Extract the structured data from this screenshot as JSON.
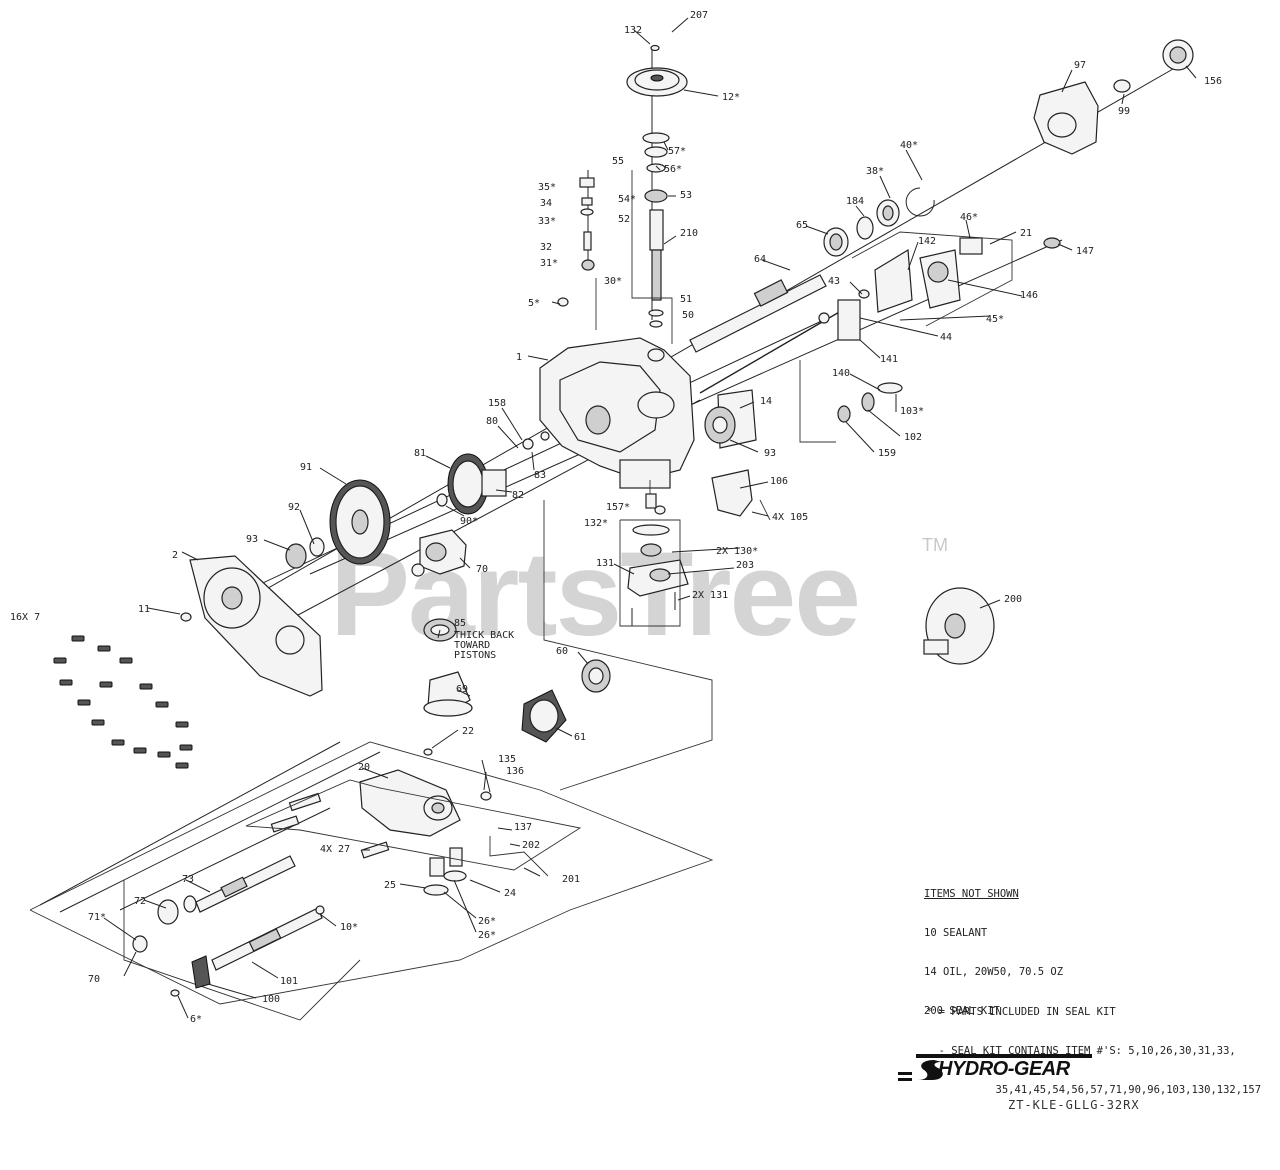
{
  "watermark": {
    "text": "PartsTree",
    "tm": "TM"
  },
  "items_not_shown": {
    "header": "ITEMS NOT SHOWN",
    "lines": [
      "10 SEALANT",
      "14 OIL, 20W50, 70.5 OZ",
      "200 SEAL KIT"
    ]
  },
  "kit_notes": {
    "lines": [
      "* = PARTS INCLUDED IN SEAL KIT",
      "  - SEAL KIT CONTAINS ITEM #'S: 5,10,26,30,31,33,",
      "           35,41,45,54,56,57,71,90,96,103,130,132,157"
    ]
  },
  "brand": {
    "name": "HYDRO-GEAR"
  },
  "model_code": "ZT-KLE-GLLG-32RX",
  "callouts": [
    {
      "id": "c132a",
      "text": "132"
    },
    {
      "id": "c207",
      "text": "207"
    },
    {
      "id": "c12",
      "text": "12*"
    },
    {
      "id": "c57",
      "text": "57*"
    },
    {
      "id": "c56",
      "text": "56*"
    },
    {
      "id": "c55",
      "text": "55"
    },
    {
      "id": "c54",
      "text": "54*"
    },
    {
      "id": "c53",
      "text": "53"
    },
    {
      "id": "c52",
      "text": "52"
    },
    {
      "id": "c210",
      "text": "210"
    },
    {
      "id": "c35",
      "text": "35*"
    },
    {
      "id": "c34",
      "text": "34"
    },
    {
      "id": "c33",
      "text": "33*"
    },
    {
      "id": "c32",
      "text": "32"
    },
    {
      "id": "c31",
      "text": "31*"
    },
    {
      "id": "c30",
      "text": "30*"
    },
    {
      "id": "c5",
      "text": "5*"
    },
    {
      "id": "c51",
      "text": "51"
    },
    {
      "id": "c50",
      "text": "50"
    },
    {
      "id": "c1",
      "text": "1"
    },
    {
      "id": "c97",
      "text": "97"
    },
    {
      "id": "c156",
      "text": "156"
    },
    {
      "id": "c99",
      "text": "99"
    },
    {
      "id": "c40",
      "text": "40*"
    },
    {
      "id": "c38",
      "text": "38*"
    },
    {
      "id": "c184",
      "text": "184"
    },
    {
      "id": "c65",
      "text": "65"
    },
    {
      "id": "c64",
      "text": "64"
    },
    {
      "id": "c142",
      "text": "142"
    },
    {
      "id": "c46",
      "text": "46*"
    },
    {
      "id": "c21",
      "text": "21"
    },
    {
      "id": "c147",
      "text": "147"
    },
    {
      "id": "c43",
      "text": "43"
    },
    {
      "id": "c146",
      "text": "146"
    },
    {
      "id": "c45",
      "text": "45*"
    },
    {
      "id": "c44",
      "text": "44"
    },
    {
      "id": "c141",
      "text": "141"
    },
    {
      "id": "c140",
      "text": "140"
    },
    {
      "id": "c103",
      "text": "103*"
    },
    {
      "id": "c102",
      "text": "102"
    },
    {
      "id": "c159",
      "text": "159"
    },
    {
      "id": "c14",
      "text": "14"
    },
    {
      "id": "c93",
      "text": "93"
    },
    {
      "id": "c158",
      "text": "158"
    },
    {
      "id": "c80",
      "text": "80"
    },
    {
      "id": "c83",
      "text": "83"
    },
    {
      "id": "c82",
      "text": "82"
    },
    {
      "id": "c81",
      "text": "81"
    },
    {
      "id": "c91",
      "text": "91"
    },
    {
      "id": "c90",
      "text": "90*"
    },
    {
      "id": "c92",
      "text": "92"
    },
    {
      "id": "c93b",
      "text": "93"
    },
    {
      "id": "c2",
      "text": "2"
    },
    {
      "id": "c11",
      "text": "11"
    },
    {
      "id": "c16x7",
      "text": "16X 7"
    },
    {
      "id": "c70",
      "text": "70"
    },
    {
      "id": "c157",
      "text": "157*"
    },
    {
      "id": "c132b",
      "text": "132*"
    },
    {
      "id": "c106",
      "text": "106"
    },
    {
      "id": "c105",
      "text": "4X 105"
    },
    {
      "id": "c130",
      "text": "2X 130*"
    },
    {
      "id": "c203",
      "text": "203"
    },
    {
      "id": "c131",
      "text": "131"
    },
    {
      "id": "c131b",
      "text": "2X 131"
    },
    {
      "id": "c200",
      "text": "200"
    },
    {
      "id": "c85",
      "text": "85"
    },
    {
      "id": "c85note",
      "text": "THICK BACK"
    },
    {
      "id": "c85note2",
      "text": "TOWARD"
    },
    {
      "id": "c85note3",
      "text": "PISTONS"
    },
    {
      "id": "c60",
      "text": "60"
    },
    {
      "id": "c69",
      "text": "69"
    },
    {
      "id": "c61",
      "text": "61"
    },
    {
      "id": "c22",
      "text": "22"
    },
    {
      "id": "c20",
      "text": "20"
    },
    {
      "id": "c135",
      "text": "135"
    },
    {
      "id": "c136",
      "text": "136"
    },
    {
      "id": "c137",
      "text": "137"
    },
    {
      "id": "c202",
      "text": "202"
    },
    {
      "id": "c201",
      "text": "201"
    },
    {
      "id": "c27",
      "text": "4X 27"
    },
    {
      "id": "c25",
      "text": "25"
    },
    {
      "id": "c24",
      "text": "24"
    },
    {
      "id": "c26a",
      "text": "26*"
    },
    {
      "id": "c26b",
      "text": "26*"
    },
    {
      "id": "c73",
      "text": "73"
    },
    {
      "id": "c72",
      "text": "72"
    },
    {
      "id": "c71",
      "text": "71*"
    },
    {
      "id": "c70b",
      "text": "70"
    },
    {
      "id": "c10",
      "text": "10*"
    },
    {
      "id": "c101",
      "text": "101"
    },
    {
      "id": "c100",
      "text": "100"
    },
    {
      "id": "c6",
      "text": "6*"
    }
  ]
}
